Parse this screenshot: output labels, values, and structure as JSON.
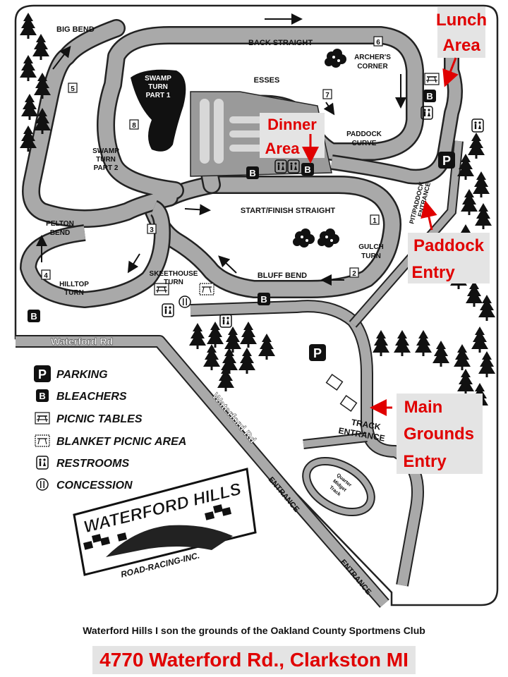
{
  "map": {
    "corners": {
      "big_bend": "BIG BEND",
      "back_straight": "BACK STRAIGHT",
      "archers_1": "ARCHER'S",
      "archers_2": "CORNER",
      "esses": "ESSES",
      "swamp1_1": "SWAMP",
      "swamp1_2": "TURN",
      "swamp1_3": "PART 1",
      "swamp2_1": "SWAMP",
      "swamp2_2": "TURN",
      "swamp2_3": "PART 2",
      "paddock_curve_1": "PADDOCK",
      "paddock_curve_2": "CURVE",
      "start_finish": "START/FINISH STRAIGHT",
      "pelton_1": "PELTON",
      "pelton_2": "BEND",
      "hilltop_1": "HILLTOP",
      "hilltop_2": "TURN",
      "skeethouse_1": "SKEETHOUSE",
      "skeethouse_2": "TURN",
      "bluff_bend": "BLUFF BEND",
      "gulch_1": "GULCH",
      "gulch_2": "TURN",
      "pit_paddock_1": "PIT/PADDOCK",
      "pit_paddock_2": "ENTRANCE",
      "track_entrance_1": "TRACK",
      "track_entrance_2": "ENTRANCE",
      "entrance_a": "ENTRANCE",
      "entrance_b": "ENTRANCE",
      "quarter_1": "Quarter",
      "quarter_2": "Midget",
      "quarter_3": "Track"
    },
    "turn_numbers": [
      "1",
      "2",
      "3",
      "4",
      "5",
      "6",
      "7",
      "8"
    ],
    "roads": {
      "waterford_h": "Waterford Rd",
      "waterford_d": "Waterford Rd"
    },
    "symbols": {
      "parking": "P",
      "bleachers": "B"
    },
    "callouts": {
      "lunch_1": "Lunch",
      "lunch_2": "Area",
      "dinner_1": "Dinner",
      "dinner_2": "Area",
      "paddock_1": "Paddock",
      "paddock_2": "Entry",
      "main_1": "Main",
      "main_2": "Grounds",
      "main_3": "Entry"
    },
    "legend": [
      {
        "symbol": "P",
        "label": "PARKING",
        "icon": "parking-icon"
      },
      {
        "symbol": "B",
        "label": "BLEACHERS",
        "icon": "bleachers-icon"
      },
      {
        "symbol": "",
        "label": "PICNIC TABLES",
        "icon": "picnic-table-icon"
      },
      {
        "symbol": "",
        "label": "BLANKET PICNIC AREA",
        "icon": "blanket-picnic-icon"
      },
      {
        "symbol": "",
        "label": "RESTROOMS",
        "icon": "restroom-icon"
      },
      {
        "symbol": "",
        "label": "CONCESSION",
        "icon": "concession-icon"
      }
    ],
    "logo": {
      "line1": "WATERFORD HILLS",
      "line2": "ROAD-RACING-INC."
    },
    "colors": {
      "road": "#a9a9a9",
      "road_edge": "#222222",
      "callout_red": "#e00000",
      "callout_bg": "#e4e4e4"
    }
  },
  "footer": {
    "note": "Waterford Hills I son the grounds of the Oakland County Sportmens Club",
    "address": "4770 Waterford Rd., Clarkston MI"
  }
}
